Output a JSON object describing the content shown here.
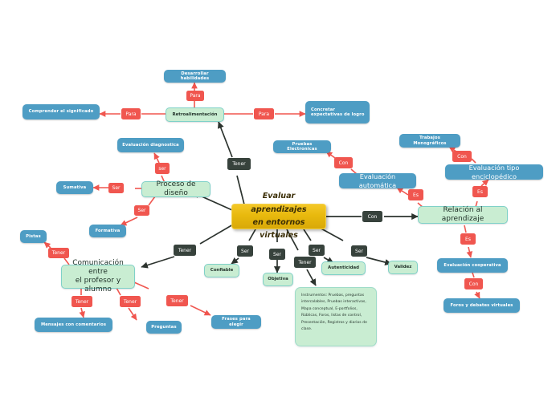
{
  "diagram": {
    "title": "Evaluar aprendizajes en entornos virtuales",
    "type": "mind-map",
    "colors": {
      "center_fill": "#e8b90d",
      "blue_node": "#4e9dc4",
      "green_node": "#c9edd2",
      "green_border": "#7fd1c8",
      "red_label": "#f0564f",
      "dark_label": "#37423c",
      "red_edge": "#f0564f",
      "dark_edge": "#2c332e",
      "background": "#ffffff"
    }
  },
  "center": {
    "line1": "Evaluar aprendizajes",
    "line2": "en entornos virtuales"
  },
  "nodes": {
    "desarrollar_habilidades": "Desarrollar habilidades",
    "comprender_significado": "Comprender el significado",
    "retroalimentacion": "Retroalimentación",
    "concretar_expectativas": "Concretar expectativas de logro",
    "evaluacion_diagnostica": "Evaluación diagnostica",
    "pruebas_electronicas": "Pruebas Electronicas",
    "trabajos_monograficos": "Trabajos Monográficos",
    "evaluacion_automatica": "Evaluación automática",
    "evaluacion_enciclopedico": "Evaluación tipo enciclopédico",
    "sumativa": "Sumativa",
    "proceso_diseno": "Proceso de diseño",
    "relacion_aprendizaje": "Relación al aprendizaje",
    "formativa": "Formativa",
    "pistas": "Pistas",
    "comunicacion_l1": "Comunicación entre",
    "comunicacion_l2": "el profesor y alumno",
    "confiable": "Confiable",
    "objetiva": "Objetiva",
    "autenticidad": "Autenticidad",
    "validez": "Validez",
    "evaluacion_cooperativa": "Evaluación cooperativa",
    "foros_debates": "Foros y debates virtuales",
    "mensajes_comentarios": "Mensajes con comentarios",
    "preguntas": "Preguntas",
    "frases_elegir": "Frases para elegir",
    "instrumentos": "Instrumentos: Pruebas, preguntas intercalables, Pruebas interactivas, Mapa conceptual, E-portfolios, Rúblicas, Foros, listas de control, Presentación, Registros y diarios de clase."
  },
  "labels": {
    "para_top": "Para",
    "para_left": "Para",
    "para_right": "Para",
    "ser_diagnostica": "ser",
    "ser_sumativa": "Ser",
    "ser_formativa": "Ser",
    "tener_retro": "Tener",
    "con_pruebas": "Con",
    "con_monograficos": "Con",
    "es_automatica": "Es",
    "es_enciclopedico": "Es",
    "con_relacion": "Con",
    "es_cooperativa": "Es",
    "con_foros": "Con",
    "tener_comunicacion": "Tener",
    "tener_pistas": "Tener",
    "tener_mensajes": "Tener",
    "tener_preguntas": "Tener",
    "tener_frases": "Tener",
    "ser_confiable": "Ser",
    "ser_objetiva": "Ser",
    "tener_instrumentos": "Tener",
    "ser_autenticidad": "Ser",
    "ser_validez": "Ser"
  }
}
